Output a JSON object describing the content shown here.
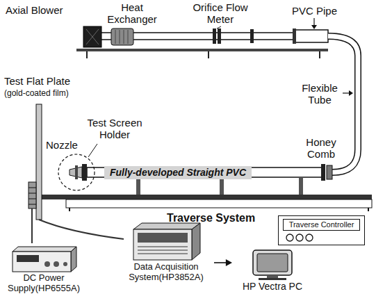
{
  "diagram": {
    "nodes": [
      {
        "text": [
          "Traverse Controller"
        ]
      },
      {
        "text": [
          "DC Power Supply(HP6555A)"
        ]
      },
      {
        "text": [
          "Data Acquisition System(HP3852A)"
        ]
      },
      {
        "text": [
          "HP Vectra PC"
        ]
      }
    ],
    "edges": [
      {
        "from": 2,
        "to": 3,
        "arrow": "to"
      }
    ],
    "labels": [
      "Axial Blower",
      "Heat Exchanger",
      "Orifice Flow Meter",
      "PVC Pipe",
      "Test Flat Plate",
      "(gold-coated film)",
      "Flexible Tube",
      "Nozzle",
      "Test Screen Holder",
      "Fully-developed Straight PVC",
      "Honey Comb",
      "Traverse System"
    ]
  }
}
